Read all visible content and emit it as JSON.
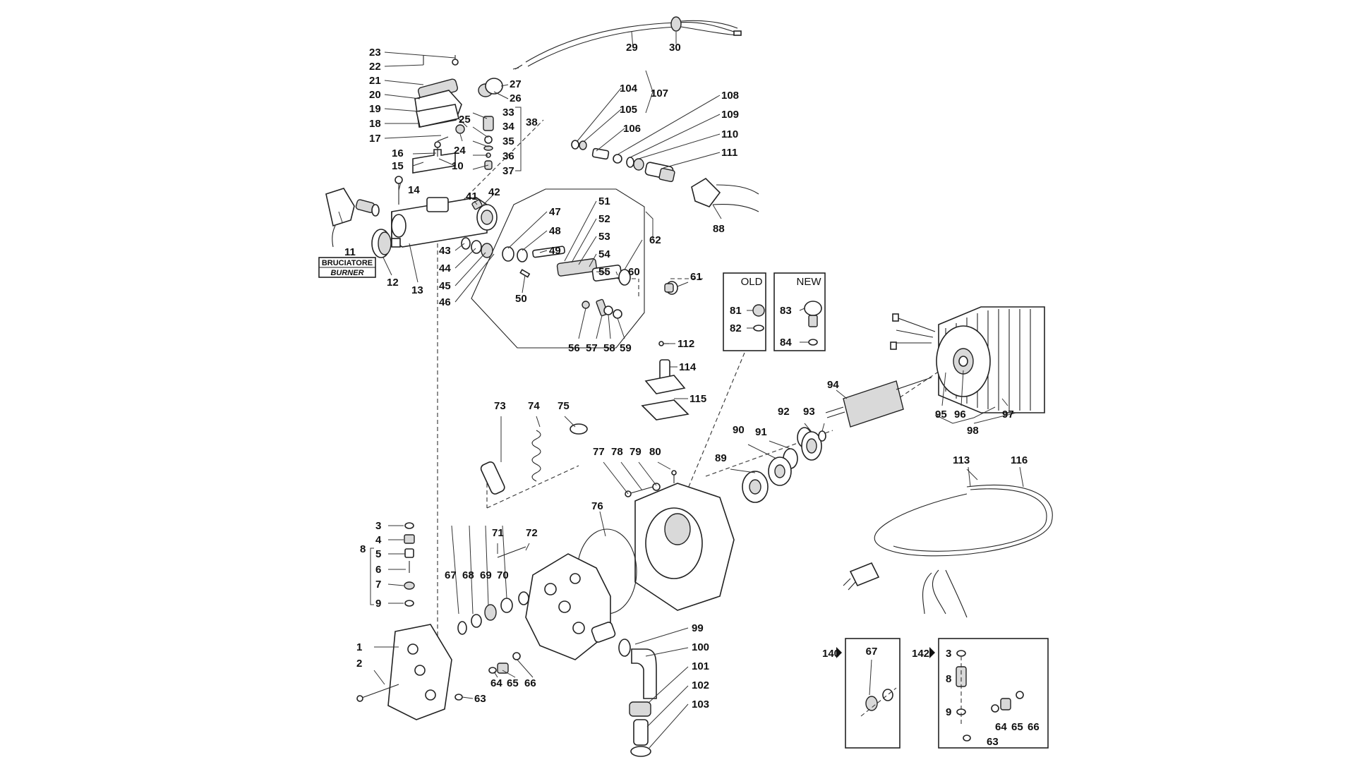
{
  "labels": {
    "p1": "1",
    "p2": "2",
    "p3": "3",
    "p4": "4",
    "p5": "5",
    "p6": "6",
    "p7": "7",
    "p8": "8",
    "p9": "9",
    "p10": "10",
    "p11": "11",
    "p12": "12",
    "p13": "13",
    "p14": "14",
    "p15": "15",
    "p16": "16",
    "p17": "17",
    "p18": "18",
    "p19": "19",
    "p20": "20",
    "p21": "21",
    "p22": "22",
    "p23": "23",
    "p24": "24",
    "p25": "25",
    "p26": "26",
    "p27": "27",
    "p29": "29",
    "p30": "30",
    "p33": "33",
    "p34": "34",
    "p35": "35",
    "p36": "36",
    "p37": "37",
    "p38": "38",
    "p41": "41",
    "p42": "42",
    "p43": "43",
    "p44": "44",
    "p45": "45",
    "p46": "46",
    "p47": "47",
    "p48": "48",
    "p49": "49",
    "p50": "50",
    "p51": "51",
    "p52": "52",
    "p53": "53",
    "p54": "54",
    "p55": "55",
    "p56": "56",
    "p57": "57",
    "p58": "58",
    "p59": "59",
    "p60": "60",
    "p61": "61",
    "p62": "62",
    "p63": "63",
    "p64": "64",
    "p65": "65",
    "p66": "66",
    "p67": "67",
    "p68": "68",
    "p69": "69",
    "p70": "70",
    "p71": "71",
    "p72": "72",
    "p73": "73",
    "p74": "74",
    "p75": "75",
    "p76": "76",
    "p77": "77",
    "p78": "78",
    "p79": "79",
    "p80": "80",
    "p81": "81",
    "p82": "82",
    "p83": "83",
    "p84": "84",
    "p88": "88",
    "p89": "89",
    "p90": "90",
    "p91": "91",
    "p92": "92",
    "p93": "93",
    "p94": "94",
    "p95": "95",
    "p96": "96",
    "p97": "97",
    "p98": "98",
    "p99": "99",
    "p100": "100",
    "p101": "101",
    "p102": "102",
    "p103": "103",
    "p104": "104",
    "p105": "105",
    "p106": "106",
    "p107": "107",
    "p108": "108",
    "p109": "109",
    "p110": "110",
    "p111": "111",
    "p112": "112",
    "p113": "113",
    "p114": "114",
    "p115": "115",
    "p116": "116",
    "box_old": "OLD",
    "box_new": "NEW",
    "burner_it": "BRUCIATORE",
    "burner_en": "BURNER",
    "kit140": "140",
    "kit140_p67": "67",
    "kit142": "142",
    "kit142_p3": "3",
    "kit142_p8": "8",
    "kit142_p9": "9",
    "kit142_p63": "63",
    "kit142_p64": "64",
    "kit142_p65": "65",
    "kit142_p66": "66"
  },
  "colors": {
    "line": "#222222",
    "shade": "#d9d9d9",
    "background": "#ffffff"
  }
}
